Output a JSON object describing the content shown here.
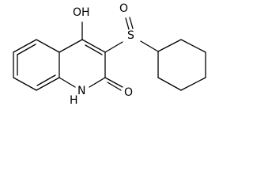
{
  "molecule": {
    "atoms": {
      "oh": "OH",
      "sulfoxide_o": "O",
      "sulfur": "S",
      "nh_n": "N",
      "nh_h": "H",
      "carbonyl_o": "O"
    }
  },
  "colors": {
    "bond": "#000000",
    "background": "#ffffff"
  }
}
